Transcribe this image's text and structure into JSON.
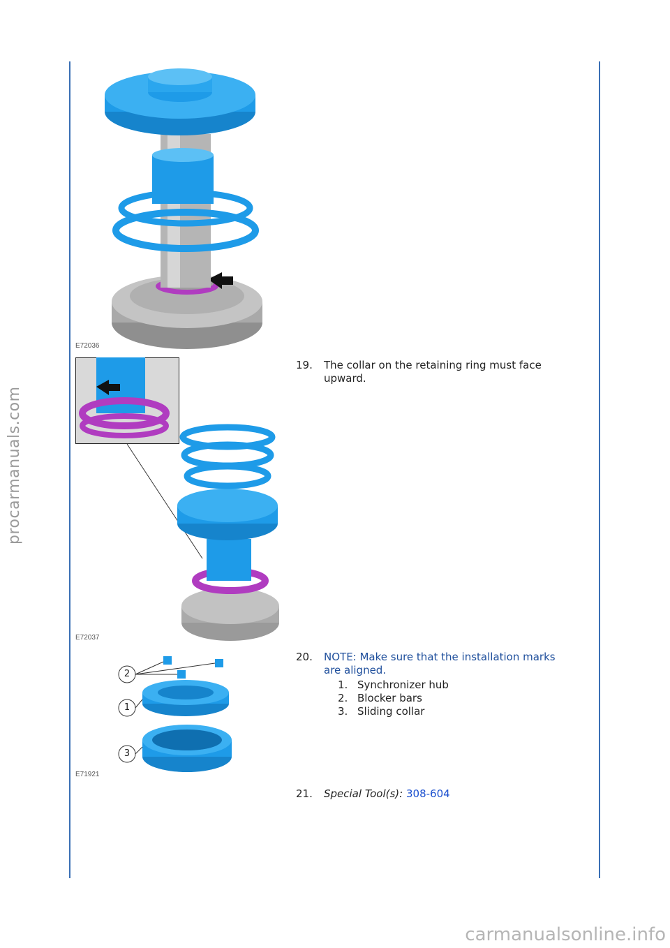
{
  "watermarks": {
    "side": "procarmanuals.com",
    "bottom": "carmanualsonline.info"
  },
  "figures": [
    {
      "code": "E72036"
    },
    {
      "code": "E72037"
    },
    {
      "code": "E71921",
      "callouts": [
        "2",
        "1",
        "3"
      ]
    }
  ],
  "steps": [
    {
      "number": "19.",
      "text": "The collar on the retaining ring must face upward."
    },
    {
      "number": "20.",
      "note": "NOTE: Make sure that the installation marks are aligned.",
      "items": [
        {
          "n": "1.",
          "t": "Synchronizer hub"
        },
        {
          "n": "2.",
          "t": "Blocker bars"
        },
        {
          "n": "3.",
          "t": "Sliding collar"
        }
      ]
    },
    {
      "number": "21.",
      "label": "Special Tool(s):",
      "tool": "308-604"
    }
  ],
  "colors": {
    "gear_blue": "#1e9be8",
    "magenta": "#b03cc0",
    "steel": "#a9a9a9",
    "rule": "#3a6fb5"
  }
}
